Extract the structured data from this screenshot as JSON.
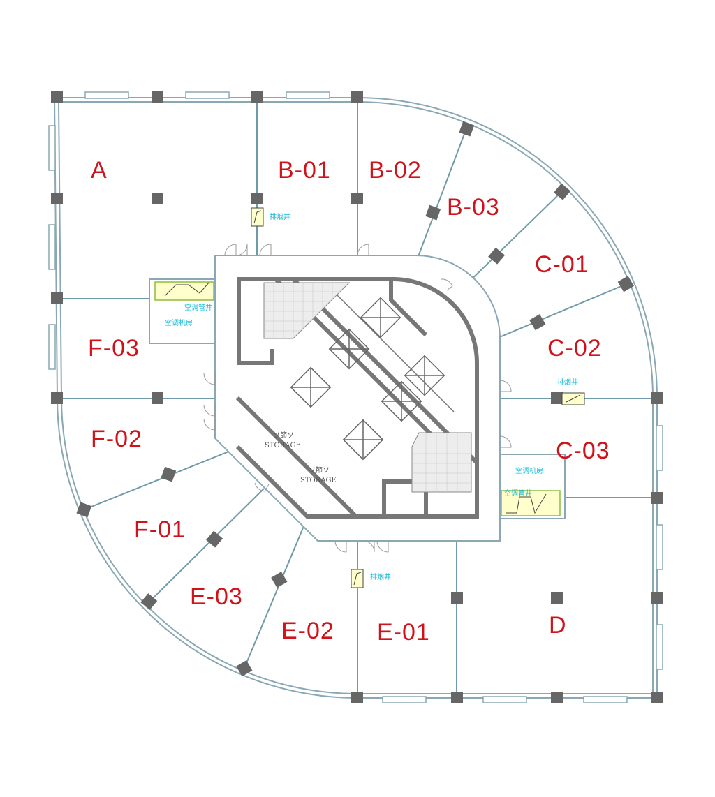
{
  "units": [
    {
      "id": "A",
      "label": "A"
    },
    {
      "id": "B-01",
      "label": "B-01"
    },
    {
      "id": "B-02",
      "label": "B-02"
    },
    {
      "id": "B-03",
      "label": "B-03"
    },
    {
      "id": "C-01",
      "label": "C-01"
    },
    {
      "id": "C-02",
      "label": "C-02"
    },
    {
      "id": "C-03",
      "label": "C-03"
    },
    {
      "id": "D",
      "label": "D"
    },
    {
      "id": "E-01",
      "label": "E-01"
    },
    {
      "id": "E-02",
      "label": "E-02"
    },
    {
      "id": "E-03",
      "label": "E-03"
    },
    {
      "id": "F-01",
      "label": "F-01"
    },
    {
      "id": "F-02",
      "label": "F-02"
    },
    {
      "id": "F-03",
      "label": "F-03"
    }
  ],
  "service_labels": {
    "smoke_shaft_top": "排烟井",
    "smoke_shaft_right": "排烟井",
    "smoke_shaft_bottom": "排烟井",
    "ac_pipe_left": "空调管井",
    "ac_room_left": "空调机房",
    "ac_room_right": "空调机房",
    "ac_pipe_right": "空调管井"
  },
  "storage_labels": [
    {
      "cn": "ソ節ソ",
      "en": "STORAGE"
    },
    {
      "cn": "ソ節ソ",
      "en": "STORAGE"
    }
  ],
  "colors": {
    "unit_label": "#d0121b",
    "service_label": "#14b8d8",
    "partition": "#6f9aa8",
    "column": "#666666",
    "core_wall": "#777777",
    "service_fill": "#ffffcc",
    "service_border": "#8bbf3a"
  }
}
